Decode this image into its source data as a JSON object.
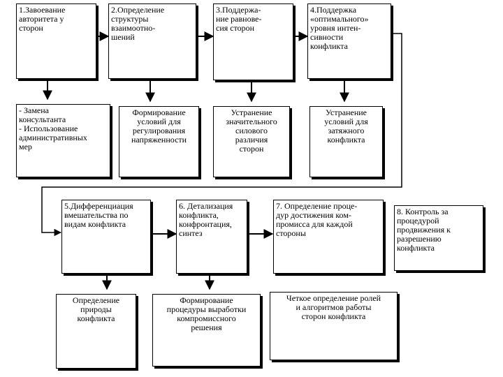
{
  "steps": [
    {
      "lines": [
        "1.Завоевание",
        "авторитета у",
        "сторон"
      ]
    },
    {
      "lines": [
        "2.Определение",
        "структуры",
        "взаимоотно-",
        "шений"
      ]
    },
    {
      "lines": [
        "3.Поддержа-",
        "ние равнове-",
        "сия сторон"
      ]
    },
    {
      "lines": [
        "4.Поддержка",
        "«оптимального»",
        "уровня интен-",
        "сивности",
        "конфликта"
      ]
    },
    {
      "lines": [
        "5.Дифференциация",
        "вмешательства по",
        "видам конфликта"
      ]
    },
    {
      "lines": [
        "6. Детализация",
        "конфликта,",
        "конфронтация,",
        "синтез"
      ]
    },
    {
      "lines": [
        "7. Определение проце-",
        "дур достижения ком-",
        "промисса для каждой",
        "стороны"
      ]
    },
    {
      "lines": [
        "8. Контроль за",
        "процедурой",
        "продвижения к",
        "разрешению",
        "конфликта"
      ]
    }
  ],
  "results": [
    {
      "lines": [
        "- Замена",
        "консультанта",
        "- Использование",
        "административных",
        "мер"
      ]
    },
    {
      "lines": [
        "Формирование",
        "условий для",
        "регулирования",
        "напряженности"
      ]
    },
    {
      "lines": [
        "Устранение",
        "значительного",
        "силового",
        "различия",
        "сторон"
      ]
    },
    {
      "lines": [
        "Устранение",
        "условий для",
        "затяжного",
        "конфликта"
      ]
    },
    {
      "lines": [
        "Определение",
        "природы",
        "конфликта"
      ]
    },
    {
      "lines": [
        "Формирование",
        "процедуры выработки",
        "компромиссного",
        "решения"
      ]
    },
    {
      "lines": [
        "Четкое определение ролей",
        "и алгоритмов работы",
        "сторон конфликта"
      ]
    }
  ]
}
